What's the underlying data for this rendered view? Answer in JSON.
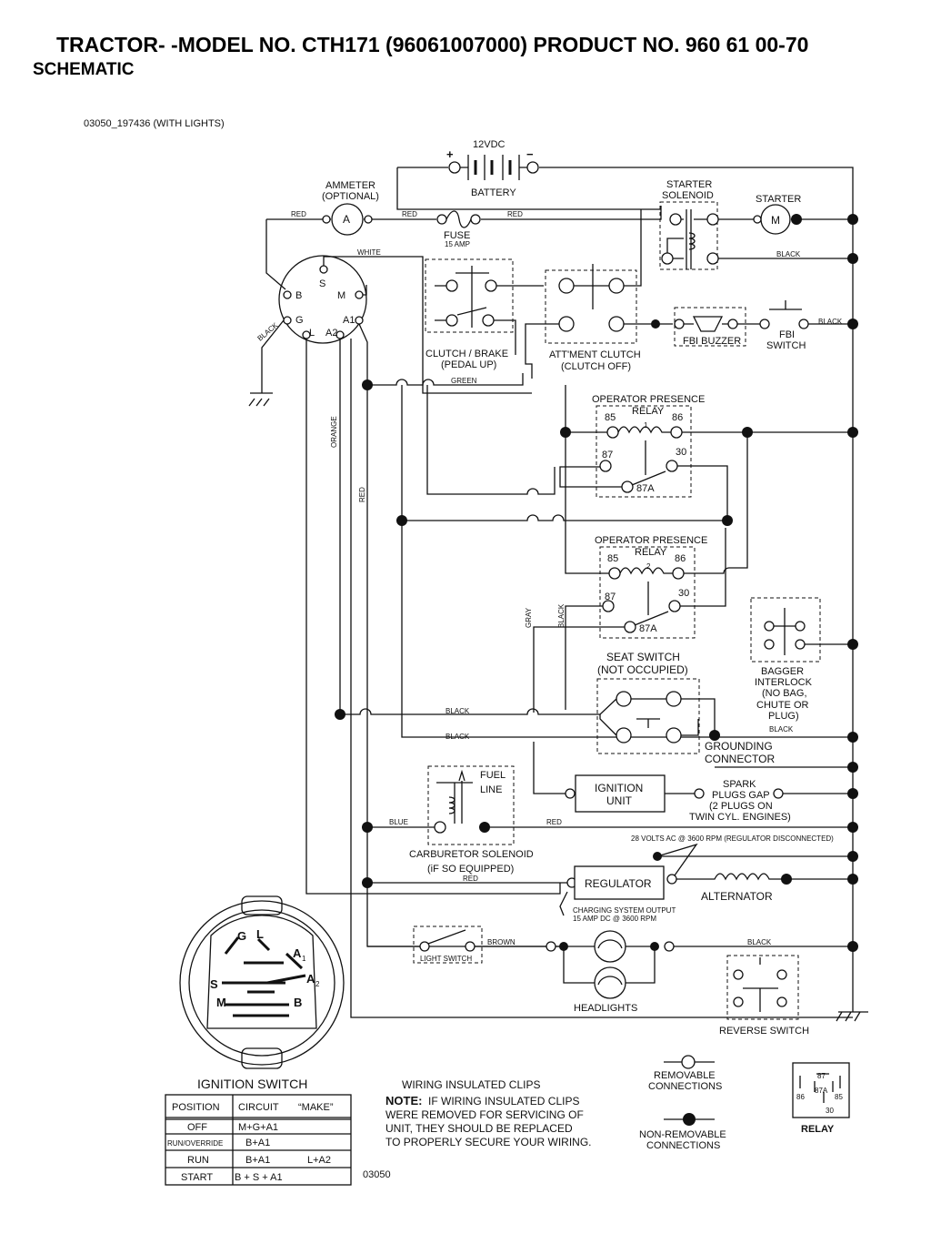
{
  "header": {
    "title": "TRACTOR- -MODEL NO. CTH171 (96061007000) PRODUCT NO. 960 61 00-70",
    "subtitle": "SCHEMATIC",
    "drawing_id": "03050_197436 (WITH LIGHTS)"
  },
  "components": {
    "battery": "BATTERY",
    "voltage": "12VDC",
    "plus": "+",
    "minus": "−",
    "ammeter_l1": "AMMETER",
    "ammeter_l2": "(OPTIONAL)",
    "ammeter_symbol": "A",
    "fuse": "FUSE",
    "fuse_rating": "15 AMP",
    "starter_solenoid_l1": "STARTER",
    "starter_solenoid_l2": "SOLENOID",
    "starter": "STARTER",
    "motor_symbol": "M",
    "clutch_brake_l1": "CLUTCH / BRAKE",
    "clutch_brake_l2": "(PEDAL UP)",
    "attment_l1": "ATT'MENT CLUTCH",
    "attment_l2": "(CLUTCH OFF)",
    "fbi_buzzer": "FBI BUZZER",
    "fbi_switch_l1": "FBI",
    "fbi_switch_l2": "SWITCH",
    "relay1_l1": "OPERATOR PRESENCE",
    "relay1_l2": "RELAY",
    "relay1_num": "1",
    "relay2_l1": "OPERATOR PRESENCE",
    "relay2_l2": "RELAY",
    "relay2_num": "2",
    "pin85": "85",
    "pin86": "86",
    "pin87": "87",
    "pin30": "30",
    "pin87a": "87A",
    "seat_l1": "SEAT SWITCH",
    "seat_l2": "(NOT OCCUPIED)",
    "bagger_l1": "BAGGER",
    "bagger_l2": "INTERLOCK",
    "bagger_l3": "(NO BAG,",
    "bagger_l4": "CHUTE OR",
    "bagger_l5": "PLUG)",
    "grounding_l1": "GROUNDING",
    "grounding_l2": "CONNECTOR",
    "fuel_l1": "FUEL",
    "fuel_l2": "LINE",
    "carb_l1": "CARBURETOR SOLENOID",
    "carb_l2": "(iF SO EQUIPPED)",
    "ignition_unit_l1": "IGNITION",
    "ignition_unit_l2": "UNIT",
    "spark_l1": "SPARK",
    "spark_l2": "PLUGS GAP",
    "spark_l3": "(2 PLUGS ON",
    "spark_l4": "TWIN CYL. ENGINES)",
    "ac_note": "28 VOLTS AC @ 3600 RPM (REGULATOR DISCONNECTED)",
    "regulator": "REGULATOR",
    "alternator": "ALTERNATOR",
    "charge_l1": "CHARGING SYSTEM OUTPUT",
    "charge_l2": "15 AMP DC @ 3600 RPM",
    "light_switch": "LIGHT SWITCH",
    "headlights": "HEADLIGHTS",
    "reverse_switch": "REVERSE SWITCH"
  },
  "ignition_terminals": {
    "b": "B",
    "s": "S",
    "m": "M",
    "g": "G",
    "l": "L",
    "a1": "A1",
    "a2": "A2"
  },
  "wire_colors": {
    "red": "RED",
    "white": "WHITE",
    "black": "BLACK",
    "green": "GREEN",
    "orange": "ORANGE",
    "gray": "GRAY",
    "blue": "BLUE",
    "brown": "BROWN"
  },
  "ignition_switch": {
    "title": "IGNITION SWITCH",
    "headers": [
      "POSITION",
      "CIRCUIT",
      "“MAKE”"
    ],
    "rows": [
      [
        "OFF",
        "M+G+A1",
        ""
      ],
      [
        "RUN/OVERRIDE",
        "B+A1",
        ""
      ],
      [
        "RUN",
        "B+A1",
        "L+A2"
      ],
      [
        "START",
        "B + S + A1",
        ""
      ]
    ]
  },
  "face": {
    "g": "G",
    "l": "L",
    "a1": "A",
    "a1_sub": "1",
    "a2": "A",
    "a2_sub": "2",
    "s": "S",
    "m": "M",
    "b": "B"
  },
  "clips": {
    "title": "WIRING INSULATED CLIPS",
    "note_label": "NOTE:",
    "note_l1": "IF WIRING INSULATED CLIPS",
    "note_l2": "WERE REMOVED FOR SERVICING OF",
    "note_l3": "UNIT, THEY SHOULD BE REPLACED",
    "note_l4": "TO PROPERLY SECURE YOUR WIRING.",
    "code": "03050"
  },
  "legend": {
    "removable_l1": "REMOVABLE",
    "removable_l2": "CONNECTIONS",
    "nonremovable_l1": "NON-REMOVABLE",
    "nonremovable_l2": "CONNECTIONS",
    "relay": "RELAY",
    "relay_pins": [
      "87",
      "86",
      "87A",
      "85",
      "30"
    ]
  }
}
